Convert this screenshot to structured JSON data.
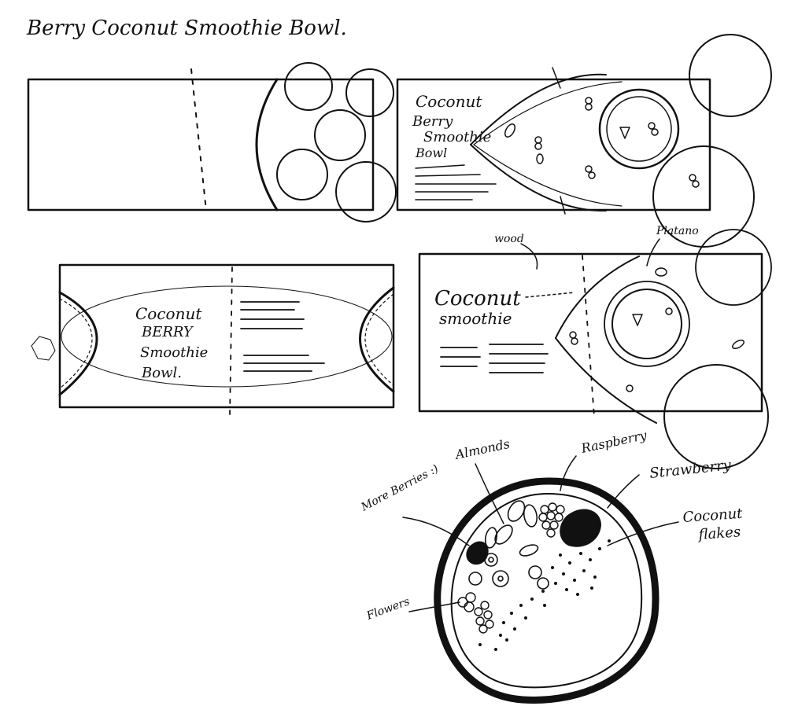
{
  "title": "Berry Coconut Smoothie Bowl.",
  "panel2": {
    "line1": "Coconut",
    "line2": "Berry",
    "line3": "Smoothie",
    "line4": "Bowl"
  },
  "panel3": {
    "line1": "Coconut",
    "line2": "BERRY",
    "line3": "Smoothie",
    "line4": "Bowl."
  },
  "panel4": {
    "line1": "Coconut",
    "line2": "smoothie",
    "label_wood": "wood",
    "label_platano": "Platano"
  },
  "bowl_labels": {
    "almonds": "Almonds",
    "raspberry": "Raspberry",
    "strawberry": "Strawberry",
    "coconut_flakes_1": "Coconut",
    "coconut_flakes_2": "flakes",
    "more_berries": "More Berries :)",
    "flowers": "Flowers"
  },
  "colors": {
    "ink": "#111111",
    "paper": "#ffffff"
  }
}
